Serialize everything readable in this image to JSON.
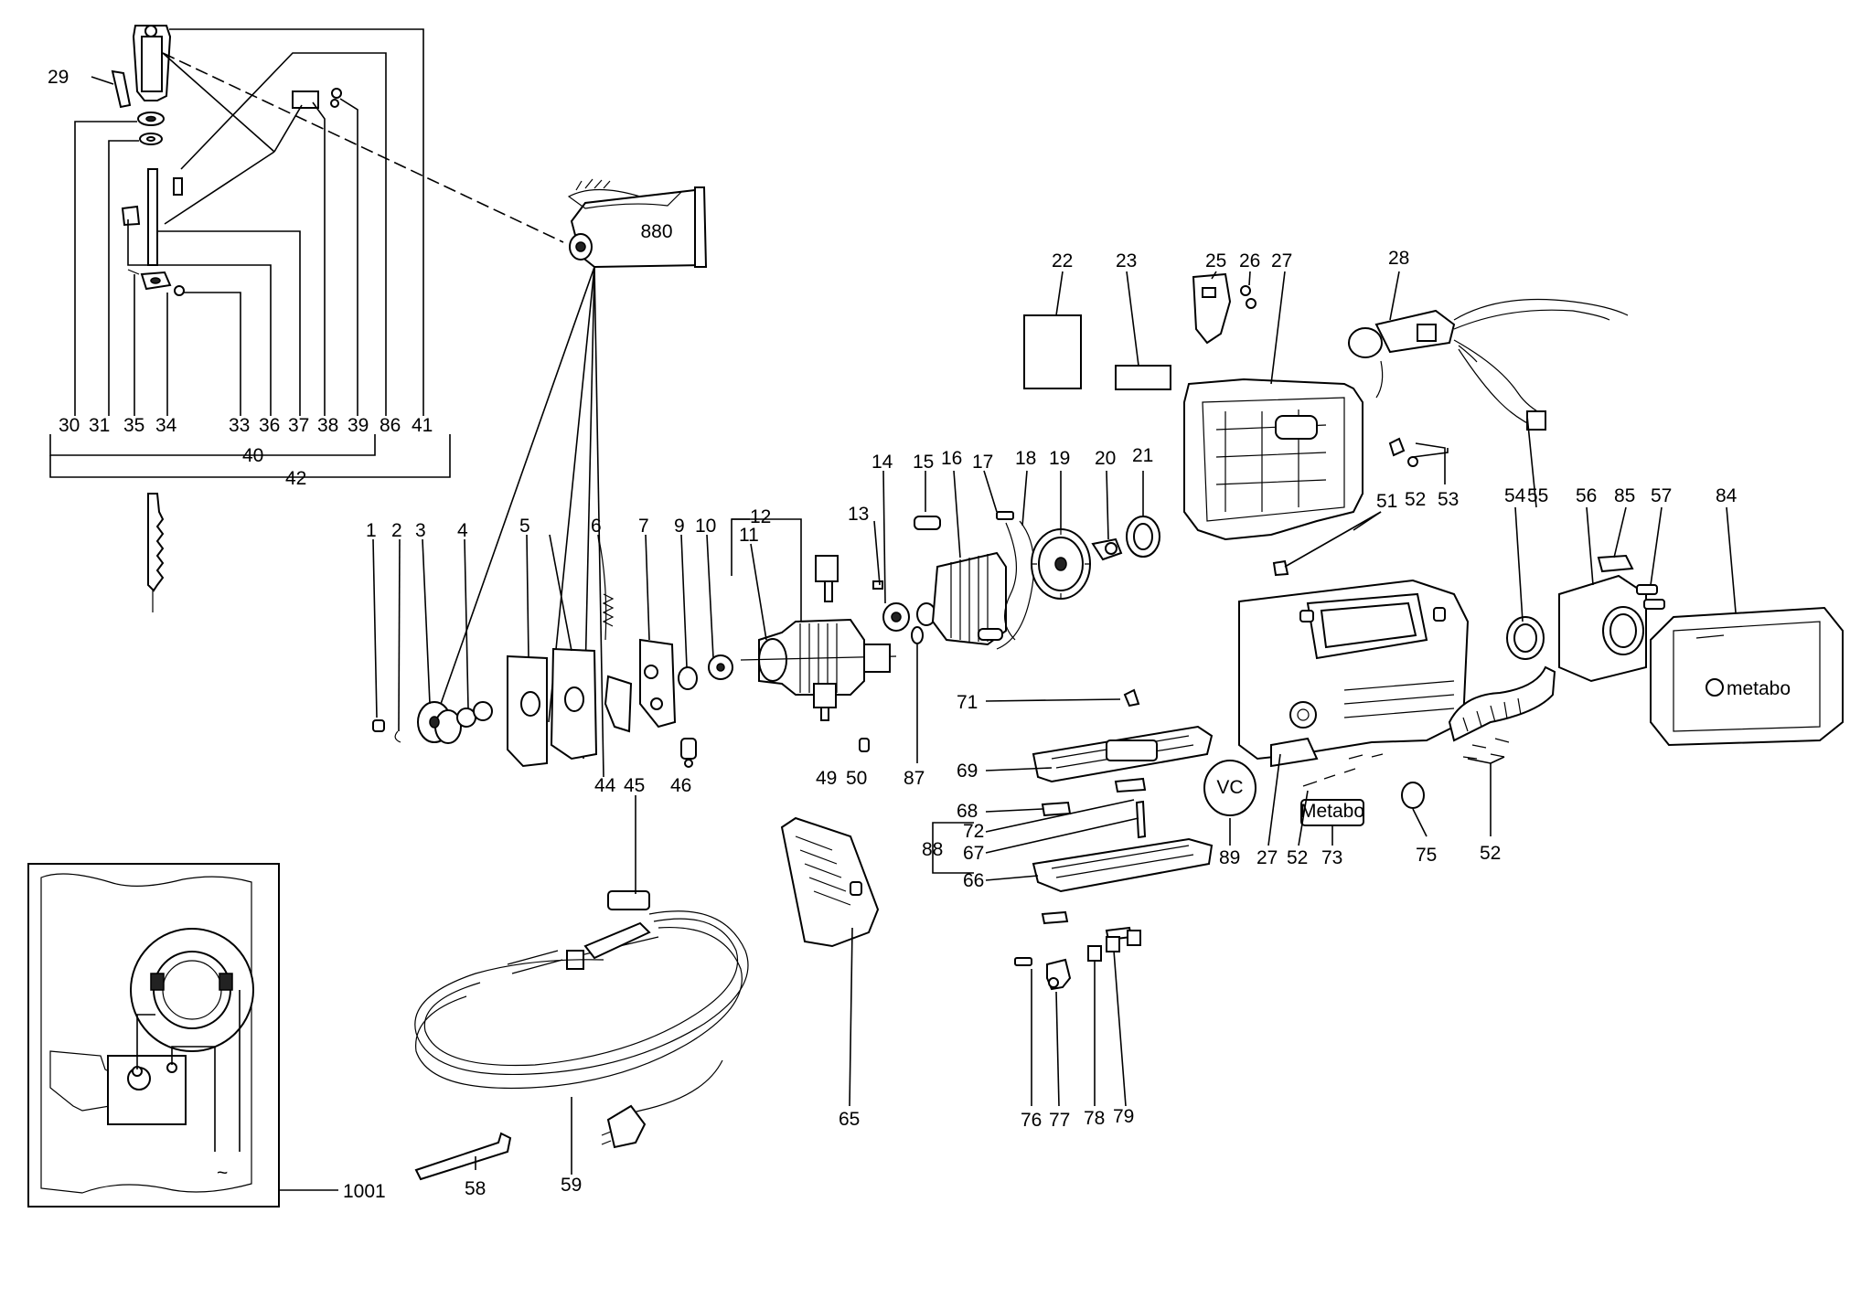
{
  "diagram": {
    "labels": {
      "p1": "1",
      "p2": "2",
      "p3": "3",
      "p4": "4",
      "p5": "5",
      "p6": "6",
      "p7": "7",
      "p9": "9",
      "p10": "10",
      "p11": "11",
      "p12": "12",
      "p13": "13",
      "p14": "14",
      "p15": "15",
      "p16": "16",
      "p17": "17",
      "p18": "18",
      "p19": "19",
      "p20": "20",
      "p21": "21",
      "p22": "22",
      "p23": "23",
      "p25": "25",
      "p26": "26",
      "p27a": "27",
      "p27b": "27",
      "p28": "28",
      "p29": "29",
      "p30": "30",
      "p31": "31",
      "p33": "33",
      "p34": "34",
      "p35": "35",
      "p36": "36",
      "p37": "37",
      "p38": "38",
      "p39": "39",
      "p40": "40",
      "p41": "41",
      "p42": "42",
      "p44": "44",
      "p45": "45",
      "p46": "46",
      "p49": "49",
      "p50": "50",
      "p51": "51",
      "p52a": "52",
      "p52b": "52",
      "p52c": "52",
      "p53": "53",
      "p54": "54",
      "p55": "55",
      "p56": "56",
      "p57": "57",
      "p58": "58",
      "p59": "59",
      "p65": "65",
      "p66": "66",
      "p67": "67",
      "p68": "68",
      "p69": "69",
      "p71": "71",
      "p72": "72",
      "p73": "73",
      "p75": "75",
      "p76": "76",
      "p77": "77",
      "p78": "78",
      "p79": "79",
      "p84": "84",
      "p85": "85",
      "p86": "86",
      "p87": "87",
      "p88": "88",
      "p89": "89",
      "p1001": "1001"
    },
    "grease_tube_text": "880",
    "case_brand": "metabo",
    "plate_brand": "Metabo",
    "vc_dial_text": "VC",
    "ac_symbol": "~"
  }
}
